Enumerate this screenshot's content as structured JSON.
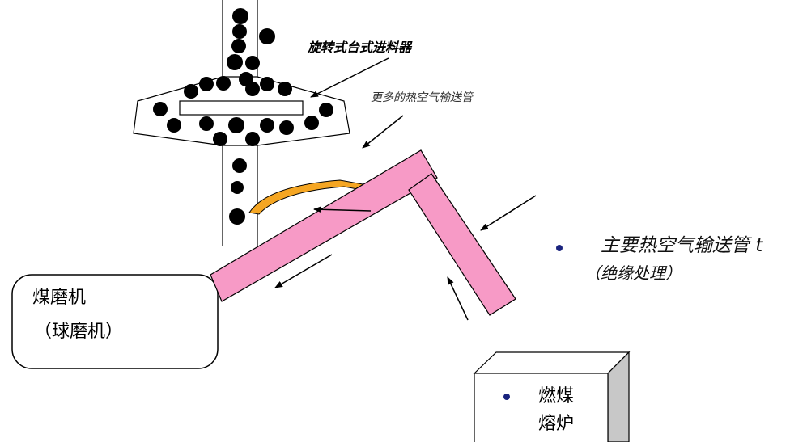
{
  "labels": {
    "feeder": "旋转式台式进料器",
    "more_hot_air_duct": "更多的热空气输送管",
    "main_hot_air_duct": "主要热空气输送管 t",
    "insulation": "（绝缘处理）",
    "coal_mill": "煤磨机",
    "ball_mill": "（球磨机）",
    "furnace_line1": "燃煤",
    "furnace_line2": "熔炉"
  },
  "colors": {
    "duct_fill": "#f79ac6",
    "damper": "#f5a623",
    "bullet": "#1a237e",
    "furnace_side": "#c8c8c8",
    "coal": "#000000"
  },
  "icons": {
    "bullet": "bullet-dot-icon",
    "arrow": "arrow-icon"
  }
}
